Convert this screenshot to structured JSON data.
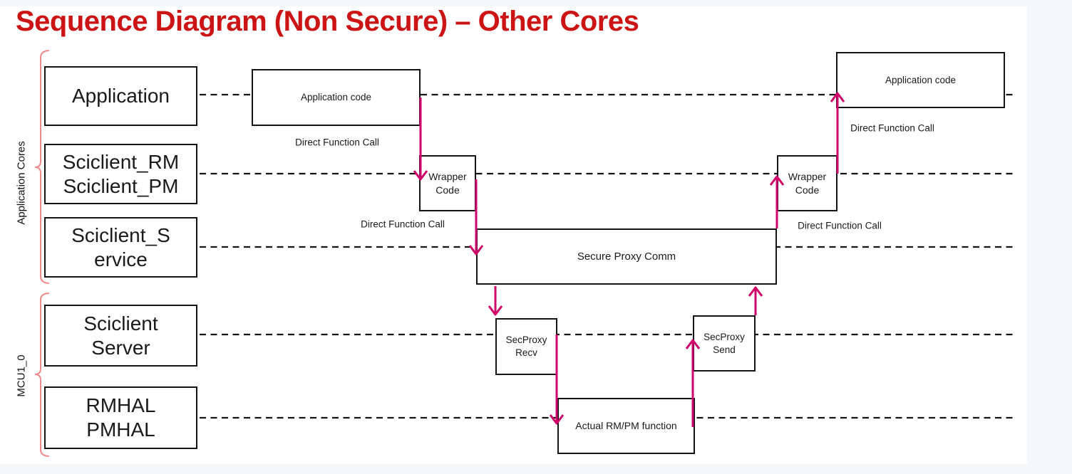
{
  "title": "Sequence Diagram (Non Secure) – Other Cores",
  "groups": [
    {
      "label": "Application Cores"
    },
    {
      "label": "MCU1_0"
    }
  ],
  "lanes": [
    {
      "line1": "Application",
      "line2": ""
    },
    {
      "line1": "Sciclient_RM",
      "line2": "Sciclient_PM"
    },
    {
      "line1": "Sciclient_S",
      "line2": "ervice"
    },
    {
      "line1": "Sciclient",
      "line2": "Server"
    },
    {
      "line1": "RMHAL",
      "line2": "PMHAL"
    }
  ],
  "boxes": {
    "app_code_left": {
      "label": "Application code"
    },
    "wrapper_left": {
      "line1": "Wrapper",
      "line2": "Code"
    },
    "secure_proxy": {
      "label": "Secure Proxy Comm"
    },
    "secproxy_recv": {
      "line1": "SecProxy",
      "line2": "Recv"
    },
    "secproxy_send": {
      "line1": "SecProxy",
      "line2": "Send"
    },
    "actual_rmpm": {
      "label": "Actual RM/PM function"
    },
    "wrapper_right": {
      "line1": "Wrapper",
      "line2": "Code"
    },
    "app_code_right": {
      "label": "Application code"
    }
  },
  "call_labels": [
    {
      "text": "Direct Function Call"
    },
    {
      "text": "Direct Function Call"
    },
    {
      "text": "Direct Function Call"
    },
    {
      "text": "Direct Function Call"
    }
  ],
  "colors": {
    "title_red": "#cd1414",
    "arrow_magenta": "#cf0369",
    "bracket_salmon": "#f08a8a",
    "line_black": "#141414"
  }
}
